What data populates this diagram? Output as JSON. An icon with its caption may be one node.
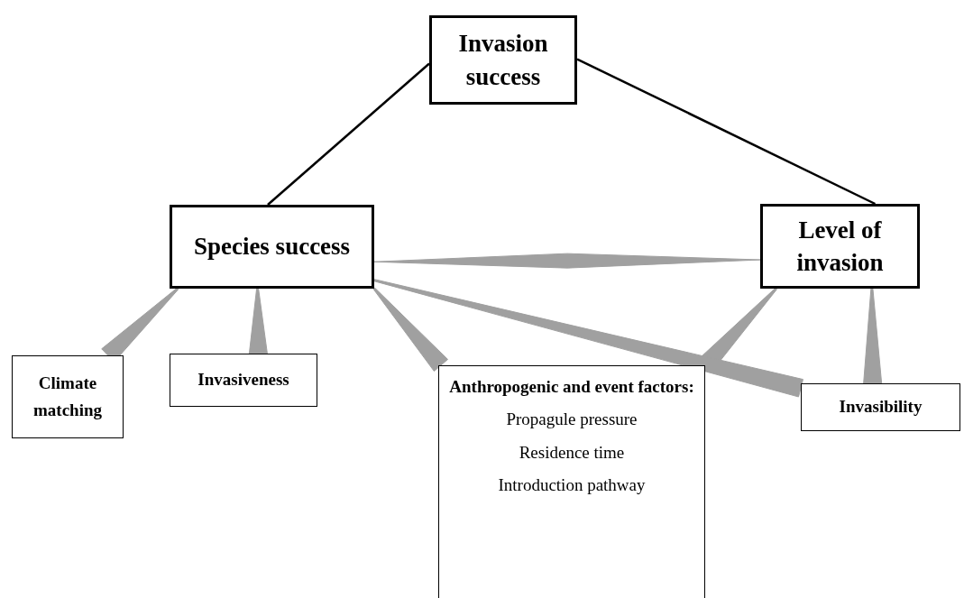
{
  "diagram": {
    "nodes": [
      {
        "text": [
          "Invasion success"
        ]
      },
      {
        "text": [
          "Species success"
        ]
      },
      {
        "text": [
          "Level of invasion"
        ]
      },
      {
        "text": [
          "Climate matching"
        ]
      },
      {
        "text": [
          "Invasiveness"
        ]
      },
      {
        "text": [
          "Anthropogenic and event factors:",
          "Propagule pressure",
          "Residence time",
          "Introduction pathway"
        ]
      },
      {
        "text": [
          "Invasibility"
        ]
      }
    ],
    "edges": [
      {
        "from": 0,
        "to": 1,
        "arrow": "none",
        "color": "#000000"
      },
      {
        "from": 0,
        "to": 2,
        "arrow": "none",
        "color": "#000000"
      },
      {
        "from": 1,
        "to": 2,
        "arrow": "none",
        "style": "thick"
      },
      {
        "from": 3,
        "to": 1,
        "arrow": "none",
        "style": "thick"
      },
      {
        "from": 4,
        "to": 1,
        "arrow": "none",
        "style": "thick"
      },
      {
        "from": 5,
        "to": 1,
        "arrow": "none",
        "style": "thick"
      },
      {
        "from": 5,
        "to": 2,
        "arrow": "none",
        "style": "thick"
      },
      {
        "from": 6,
        "to": 1,
        "arrow": "none",
        "style": "thick"
      },
      {
        "from": 6,
        "to": 2,
        "arrow": "none",
        "style": "thick"
      }
    ]
  }
}
